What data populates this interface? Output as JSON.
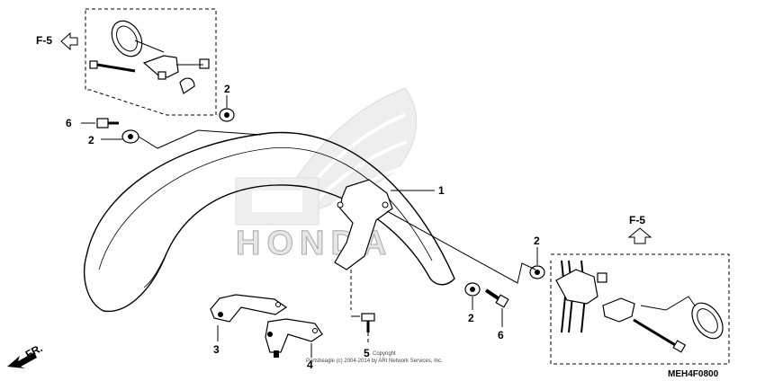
{
  "diagram": {
    "part_labels": [
      "1",
      "2",
      "3",
      "4",
      "5",
      "6"
    ],
    "ref_top": "F-5",
    "ref_right": "F-5",
    "direction": "FR.",
    "watermark": "HONDA",
    "diagram_code": "MEH4F0800",
    "copyright_line1": "Copyright",
    "copyright_line2": "Partsbeagle (c) 2004-2014 by ARI Network Services, Inc."
  }
}
